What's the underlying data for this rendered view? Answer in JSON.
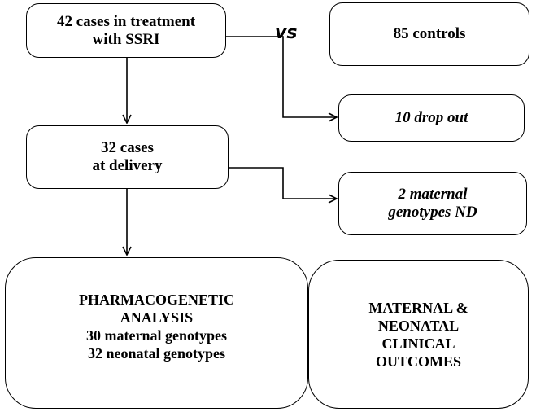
{
  "boxes": {
    "cases_ssri": [
      "42 cases in treatment",
      "with SSRI"
    ],
    "controls": "85 controls",
    "drop_out": "10 drop out",
    "cases_delivery": [
      "32 cases",
      "at delivery"
    ],
    "genotypes_nd": [
      "2 maternal",
      "genotypes ND"
    ],
    "pharmacogenetic": [
      "PHARMACOGENETIC",
      "ANALYSIS",
      "30 maternal genotypes",
      "32 neonatal genotypes"
    ],
    "outcomes": [
      "MATERNAL &",
      "NEONATAL",
      "CLINICAL",
      "OUTCOMES"
    ]
  },
  "vs_label": "vs"
}
